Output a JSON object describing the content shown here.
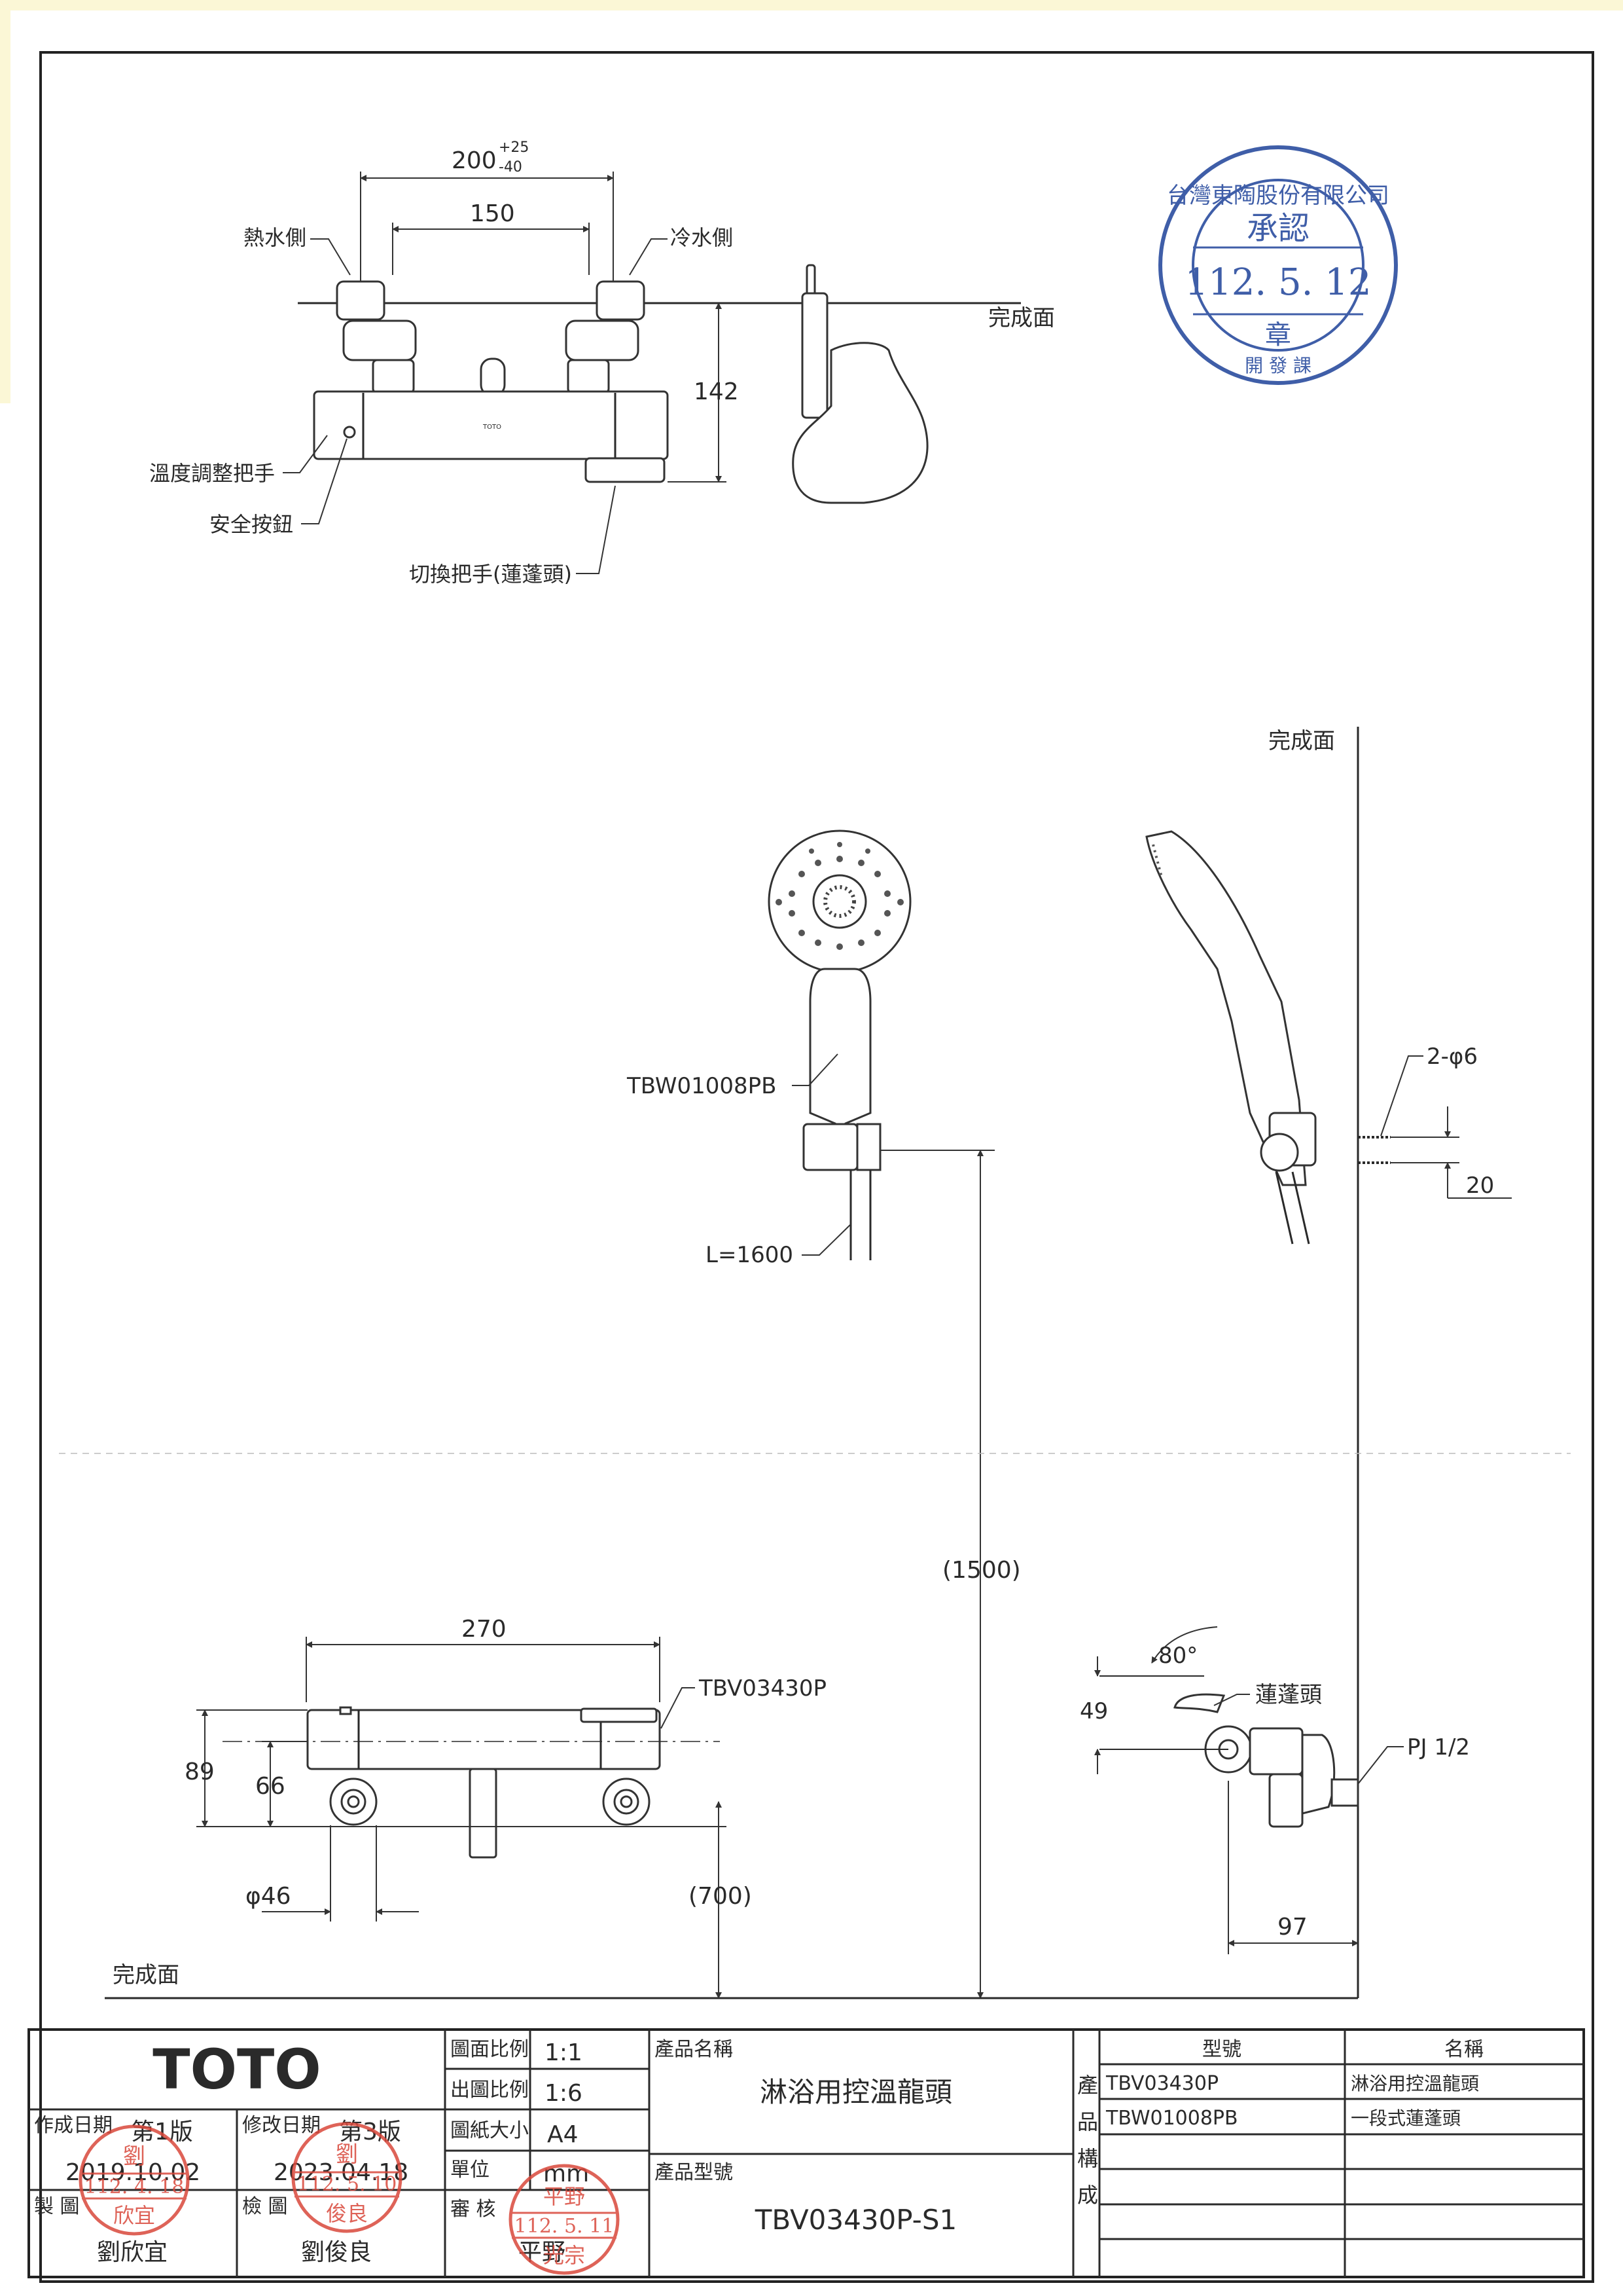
{
  "drawing": {
    "finish_surface_label": "完成面",
    "top_view": {
      "dim_outer": "200",
      "tol_plus": "+25",
      "tol_minus": "-40",
      "dim_inner": "150",
      "hot_side": "熱水側",
      "cold_side": "冷水側",
      "height": "142",
      "temp_handle": "溫度調整把手",
      "safety_button": "安全按鈕",
      "switch_handle": "切換把手(蓮蓬頭)",
      "brand_mark": "TOTO"
    },
    "middle_view": {
      "shower_model": "TBW01008PB",
      "hose_length": "L=1600",
      "screw_spec": "2-φ6",
      "screw_pitch": "20",
      "height": "(1500)"
    },
    "bottom_view": {
      "width": "270",
      "model": "TBV03430P",
      "h89": "89",
      "h66": "66",
      "diameter": "φ46",
      "height": "(700)",
      "angle": "80°",
      "h49": "49",
      "shower_label": "蓮蓬頭",
      "thread": "PJ 1/2",
      "depth": "97"
    }
  },
  "approval_stamp": {
    "company": "台灣東陶股份有限公司",
    "title": "承認",
    "date": "112. 5. 12",
    "seal": "章",
    "dept": "開 發 課"
  },
  "title_block": {
    "logo": "TOTO",
    "drawing_scale_label": "圖面比例",
    "drawing_scale": "1:1",
    "output_scale_label": "出圖比例",
    "output_scale": "1:6",
    "paper_size_label": "圖紙大小",
    "paper_size": "A4",
    "unit_label": "單位",
    "unit": "mm",
    "review_label": "審 核",
    "create_date_label": "作成日期",
    "edition1": "第1版",
    "create_date": "2019.10.02",
    "revise_date_label": "修改日期",
    "edition3": "第3版",
    "revise_date": "2023.04.18",
    "drawn_label": "製 圖",
    "drawn_by": "劉欣宜",
    "checked_label": "檢 圖",
    "checked_by": "劉俊良",
    "reviewed_by": "平野",
    "product_name_label": "產品名稱",
    "product_name": "淋浴用控溫龍頭",
    "product_model_label": "產品型號",
    "product_model": "TBV03430P-S1",
    "composition_label": "產品構成",
    "composition_header_model": "型號",
    "composition_header_name": "名稱",
    "composition_rows": [
      {
        "model": "TBV03430P",
        "name": "淋浴用控溫龍頭"
      },
      {
        "model": "TBW01008PB",
        "name": "一段式蓮蓬頭"
      }
    ]
  },
  "red_stamps": {
    "drawn": {
      "name": "劉",
      "date": "112. 4. 18",
      "surname": "欣宜"
    },
    "checked": {
      "name": "劉",
      "date": "112. 5. 10",
      "surname": "俊良"
    },
    "reviewed": {
      "name": "平野",
      "date": "112. 5. 11",
      "surname": "光宗"
    }
  }
}
